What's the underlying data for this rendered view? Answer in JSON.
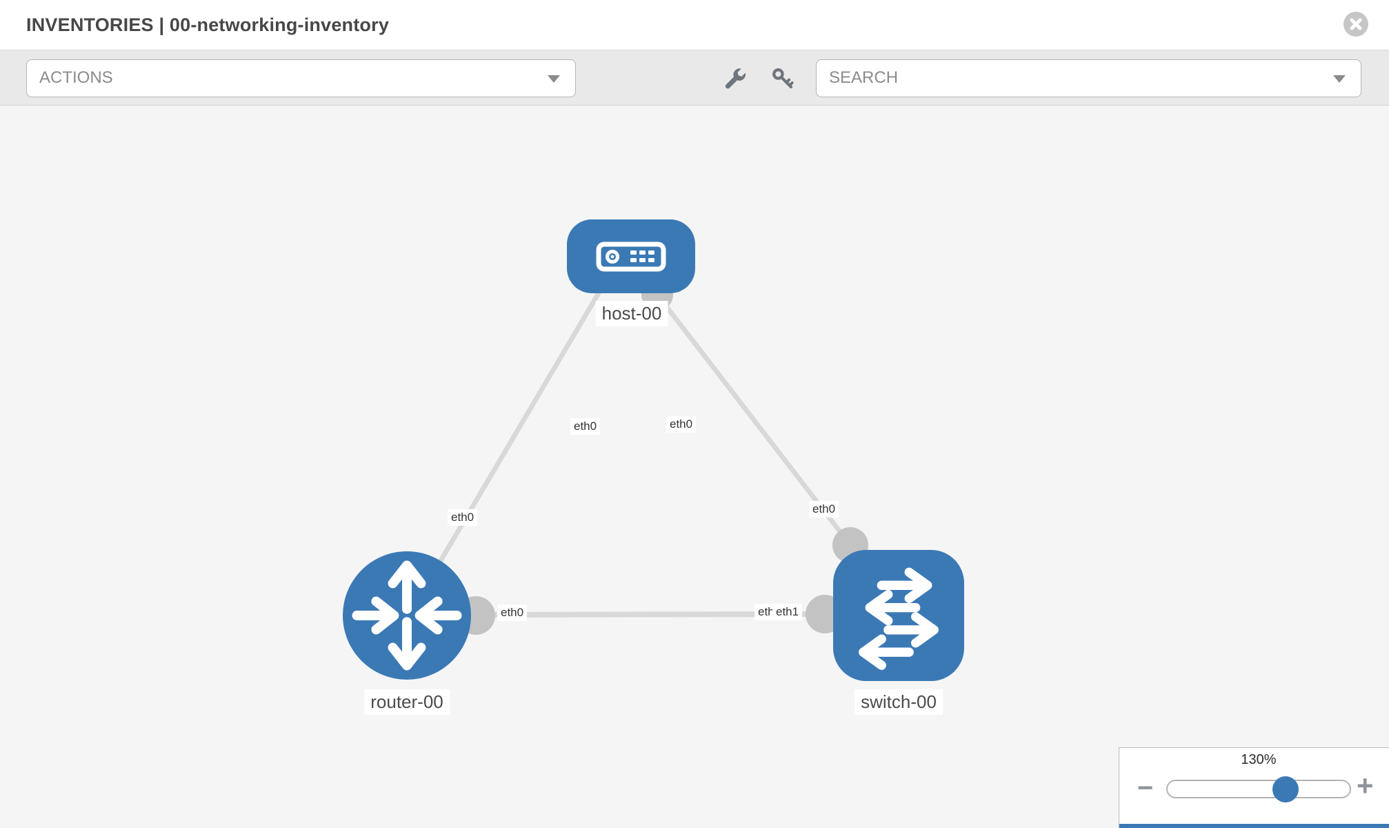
{
  "header": {
    "title": "INVENTORIES | 00-networking-inventory"
  },
  "toolbar": {
    "actions_label": "ACTIONS",
    "search_label": "SEARCH",
    "icons": [
      "wrench-icon",
      "key-icon"
    ]
  },
  "diagram": {
    "nodes": [
      {
        "id": "host-00",
        "label": "host-00",
        "type": "host",
        "shape": "rounded-rect"
      },
      {
        "id": "router-00",
        "label": "router-00",
        "type": "router",
        "shape": "circle"
      },
      {
        "id": "switch-00",
        "label": "switch-00",
        "type": "switch",
        "shape": "rounded-square"
      }
    ],
    "labels": {
      "host": "host-00",
      "router": "router-00",
      "switch": "switch-00"
    },
    "interfaces": {
      "host_left": "eth0",
      "host_right": "eth0",
      "router_top": "eth0",
      "router_right": "eth0",
      "switch_top": "eth0",
      "switch_left_under": "eth0",
      "switch_left_over": "eth1"
    },
    "links": [
      {
        "from": "host-00 eth0",
        "to": "router-00 eth0"
      },
      {
        "from": "host-00 eth0",
        "to": "switch-00 eth0"
      },
      {
        "from": "router-00 eth0",
        "to": "switch-00 eth1"
      }
    ]
  },
  "zoom_control": {
    "level": "130%",
    "minus_label": "−",
    "plus_label": "+"
  },
  "colors": {
    "node_blue": "#3b79b5",
    "link_gray": "#d8d8d8",
    "connector_gray": "#c3c3c3",
    "canvas_bg": "#f5f5f5",
    "toolbar_bg": "#e9e9e9"
  }
}
